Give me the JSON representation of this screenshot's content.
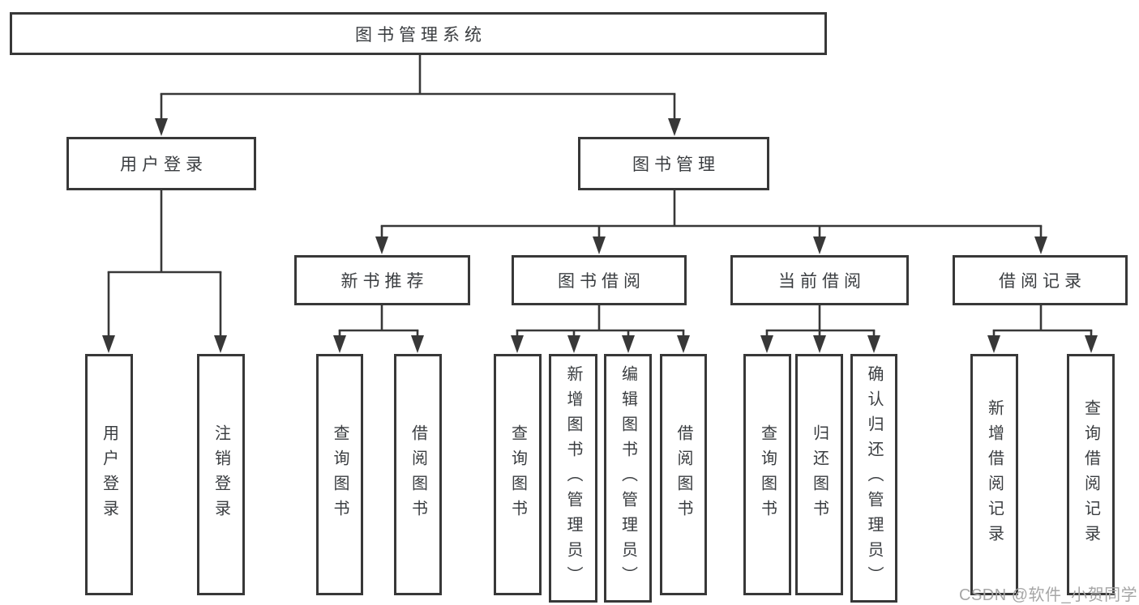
{
  "diagram_type": "hierarchy-tree",
  "colors": {
    "line": "#383838",
    "box_border": "#383838",
    "box_fill": "#ffffff",
    "text": "#3a3d40",
    "watermark": "#a6a6a6",
    "background": "#ffffff"
  },
  "watermark": "CSDN @软件_小贺同学",
  "tree": {
    "label": "图书管理系统",
    "children": [
      {
        "label": "用户登录",
        "children": [
          {
            "label": "用户登录"
          },
          {
            "label": "注销登录"
          }
        ]
      },
      {
        "label": "图书管理",
        "children": [
          {
            "label": "新书推荐",
            "children": [
              {
                "label": "查询图书"
              },
              {
                "label": "借阅图书"
              }
            ]
          },
          {
            "label": "图书借阅",
            "children": [
              {
                "label": "查询图书"
              },
              {
                "label": "新增图书（管理员）"
              },
              {
                "label": "编辑图书（管理员）"
              },
              {
                "label": "借阅图书"
              }
            ]
          },
          {
            "label": "当前借阅",
            "children": [
              {
                "label": "查询图书"
              },
              {
                "label": "归还图书"
              },
              {
                "label": "确认归还（管理员）"
              }
            ]
          },
          {
            "label": "借阅记录",
            "children": [
              {
                "label": "新增借阅记录"
              },
              {
                "label": "查询借阅记录"
              }
            ]
          }
        ]
      }
    ]
  }
}
